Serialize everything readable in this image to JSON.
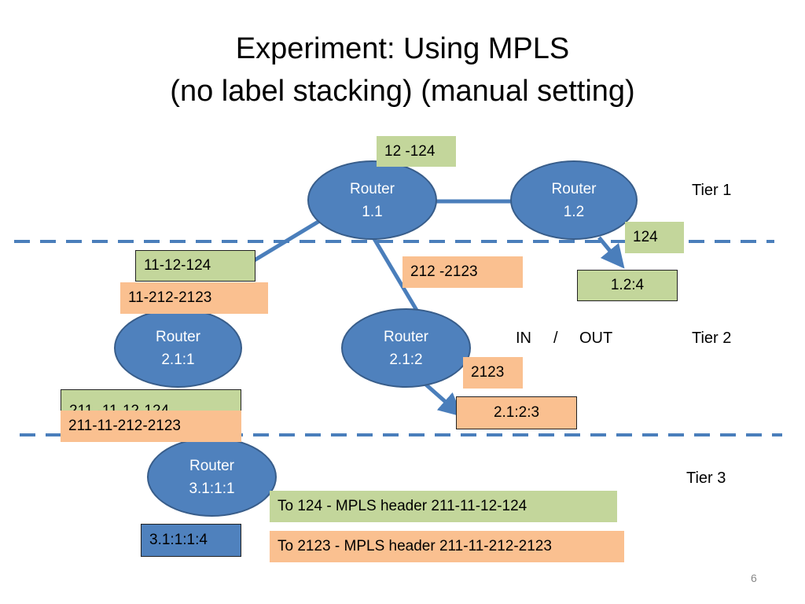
{
  "slide": {
    "title_line1": "Experiment: Using MPLS",
    "title_line2": "(no label stacking) (manual setting)",
    "page_number": "6"
  },
  "routers": {
    "r11": {
      "line1": "Router",
      "line2": "1.1"
    },
    "r12": {
      "line1": "Router",
      "line2": "1.2"
    },
    "r21_1": {
      "line1": "Router",
      "line2": "2.1:1"
    },
    "r21_2": {
      "line1": "Router",
      "line2": "2.1:2"
    },
    "r31_1_1": {
      "line1": "Router",
      "line2": "3.1:1:1"
    }
  },
  "labels": {
    "label_12_124": "12 -124",
    "label_124": "124",
    "host_12_4": "1.2:4",
    "label_11_12_124": "11-12-124",
    "label_11_212_2123": "11-212-2123",
    "label_212_2123": "212 -2123",
    "label_2123": "2123",
    "host_21_2_3": "2.1:2:3",
    "label_211_11_12_124": "211 -11-12-124",
    "label_211_11_212_2123": "211-11-212-2123",
    "host_31_1_1_4": "3.1:1:1:4",
    "note_to_124": "To 124 - MPLS  header 211-11-12-124",
    "note_to_2123": "To 2123 - MPLS  header 211-11-212-2123"
  },
  "tiers": {
    "tier1": "Tier 1",
    "tier2": "Tier 2",
    "tier3": "Tier 3"
  },
  "in_out": {
    "in": "IN",
    "slash": "/",
    "out": "OUT"
  },
  "colors": {
    "router_fill": "#4f81bd",
    "line_blue": "#4a7ebb",
    "label_green": "#c3d69b",
    "label_orange": "#fac090"
  }
}
